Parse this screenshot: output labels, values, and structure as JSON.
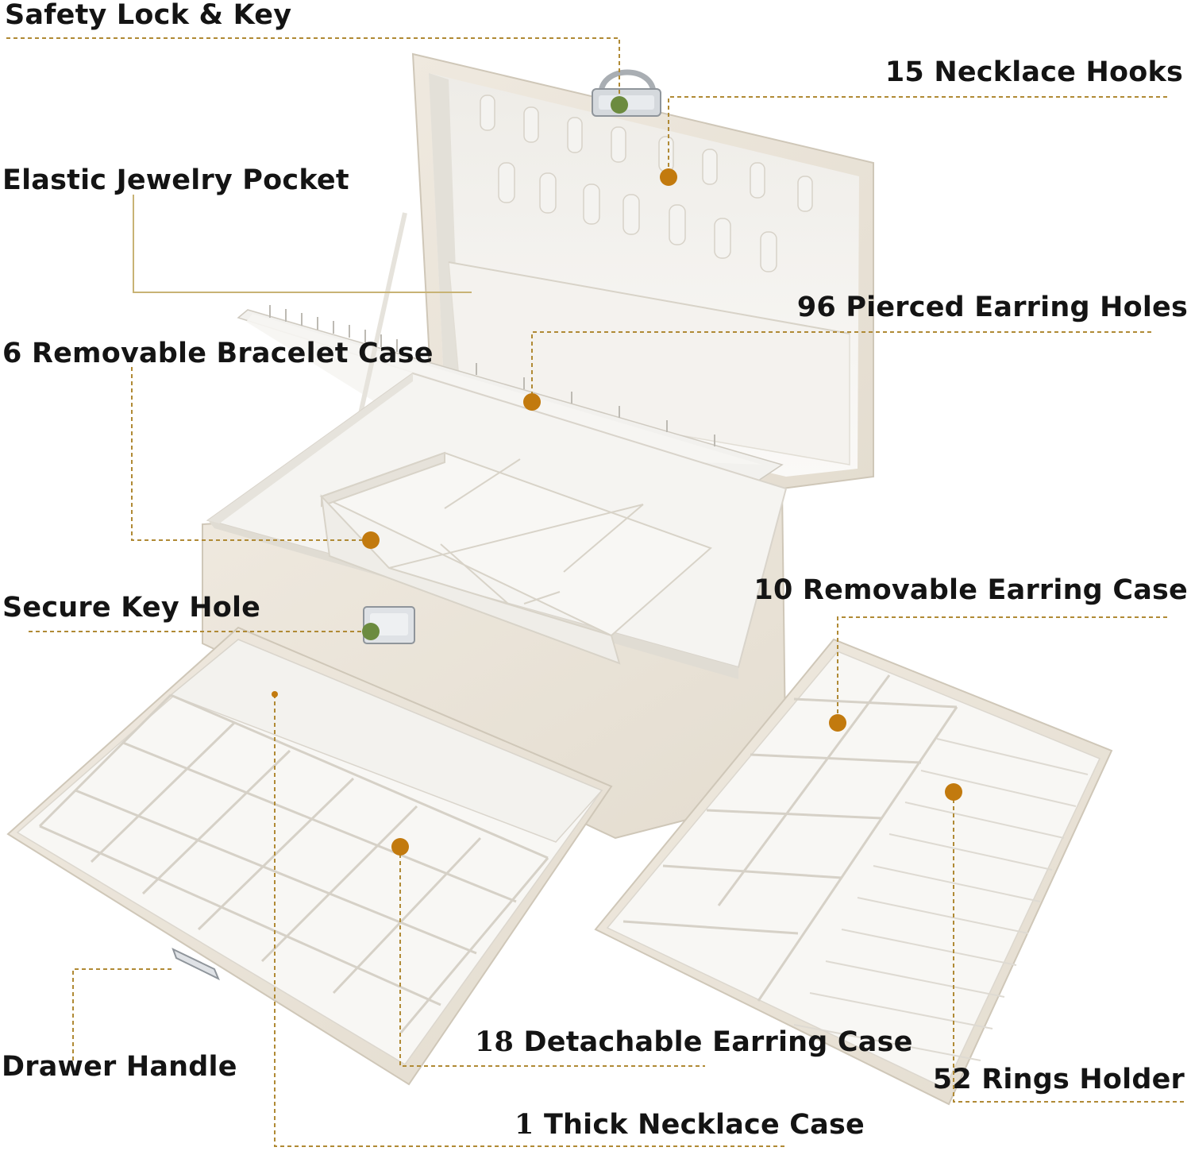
{
  "labels": {
    "safety_lock": "Safety Lock & Key",
    "necklace_hooks": "15 Necklace Hooks",
    "elastic_pocket": "Elastic Jewelry Pocket",
    "pierced_holes": "96 Pierced Earring Holes",
    "bracelet_case": "6 Removable Bracelet Case",
    "secure_key_hole": "Secure Key Hole",
    "earring_case_10": "10 Removable Earring Case",
    "detachable_18_num": "18",
    "detachable_18_text": "Detachable Earring Case",
    "rings_holder": "52 Rings Holder",
    "drawer_handle": "Drawer Handle",
    "necklace_case_num": "1",
    "necklace_case_text": "Thick Necklace Case"
  },
  "colors": {
    "box_shell": "#ede7dc",
    "box_shadow": "#d9d2c4",
    "velvet": "#f7f6f3",
    "velvet_shade": "#e4e1da",
    "marker_orange": "#c27a0e",
    "marker_green": "#6c8b3f",
    "leader_line": "#b08a35",
    "text": "#141414"
  },
  "icons": {
    "lock": "padlock-icon",
    "key_hole": "keyhole-icon",
    "handle": "drawer-handle-icon"
  }
}
